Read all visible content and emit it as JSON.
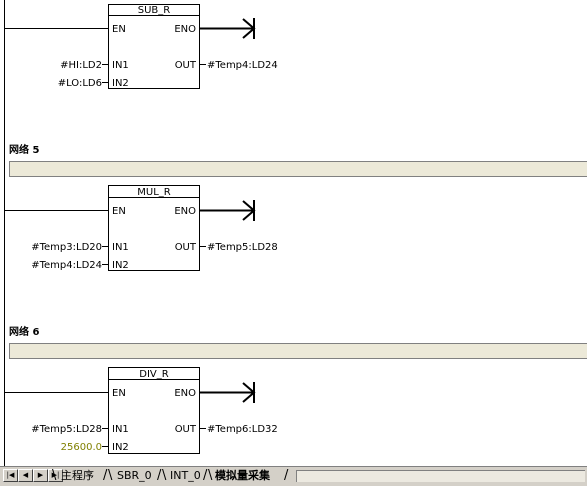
{
  "networks": [
    {
      "title": "",
      "block": {
        "name": "SUB_R",
        "en": "EN",
        "eno": "ENO",
        "in1_pin": "IN1",
        "in2_pin": "IN2",
        "out_pin": "OUT",
        "in1": "#HI:LD2",
        "in2": "#LO:LD6",
        "out": "#Temp4:LD24"
      }
    },
    {
      "title": "网络 5",
      "block": {
        "name": "MUL_R",
        "en": "EN",
        "eno": "ENO",
        "in1_pin": "IN1",
        "in2_pin": "IN2",
        "out_pin": "OUT",
        "in1": "#Temp3:LD20",
        "in2": "#Temp4:LD24",
        "out": "#Temp5:LD28"
      }
    },
    {
      "title": "网络 6",
      "block": {
        "name": "DIV_R",
        "en": "EN",
        "eno": "ENO",
        "in1_pin": "IN1",
        "in2_pin": "IN2",
        "out_pin": "OUT",
        "in1": "#Temp5:LD28",
        "in2": "25600.0",
        "out": "#Temp6:LD32"
      }
    }
  ],
  "tabs": {
    "nav": [
      "first",
      "prev",
      "next",
      "last"
    ],
    "items": [
      {
        "label": "主程序",
        "active": false
      },
      {
        "label": "SBR_0",
        "active": false
      },
      {
        "label": "INT_0",
        "active": false
      },
      {
        "label": "模拟量采集",
        "active": true
      }
    ]
  },
  "colors": {
    "constant_text": "#808000",
    "comment_bar": "#ece9d8",
    "tab_bar": "#d4d0c8"
  }
}
